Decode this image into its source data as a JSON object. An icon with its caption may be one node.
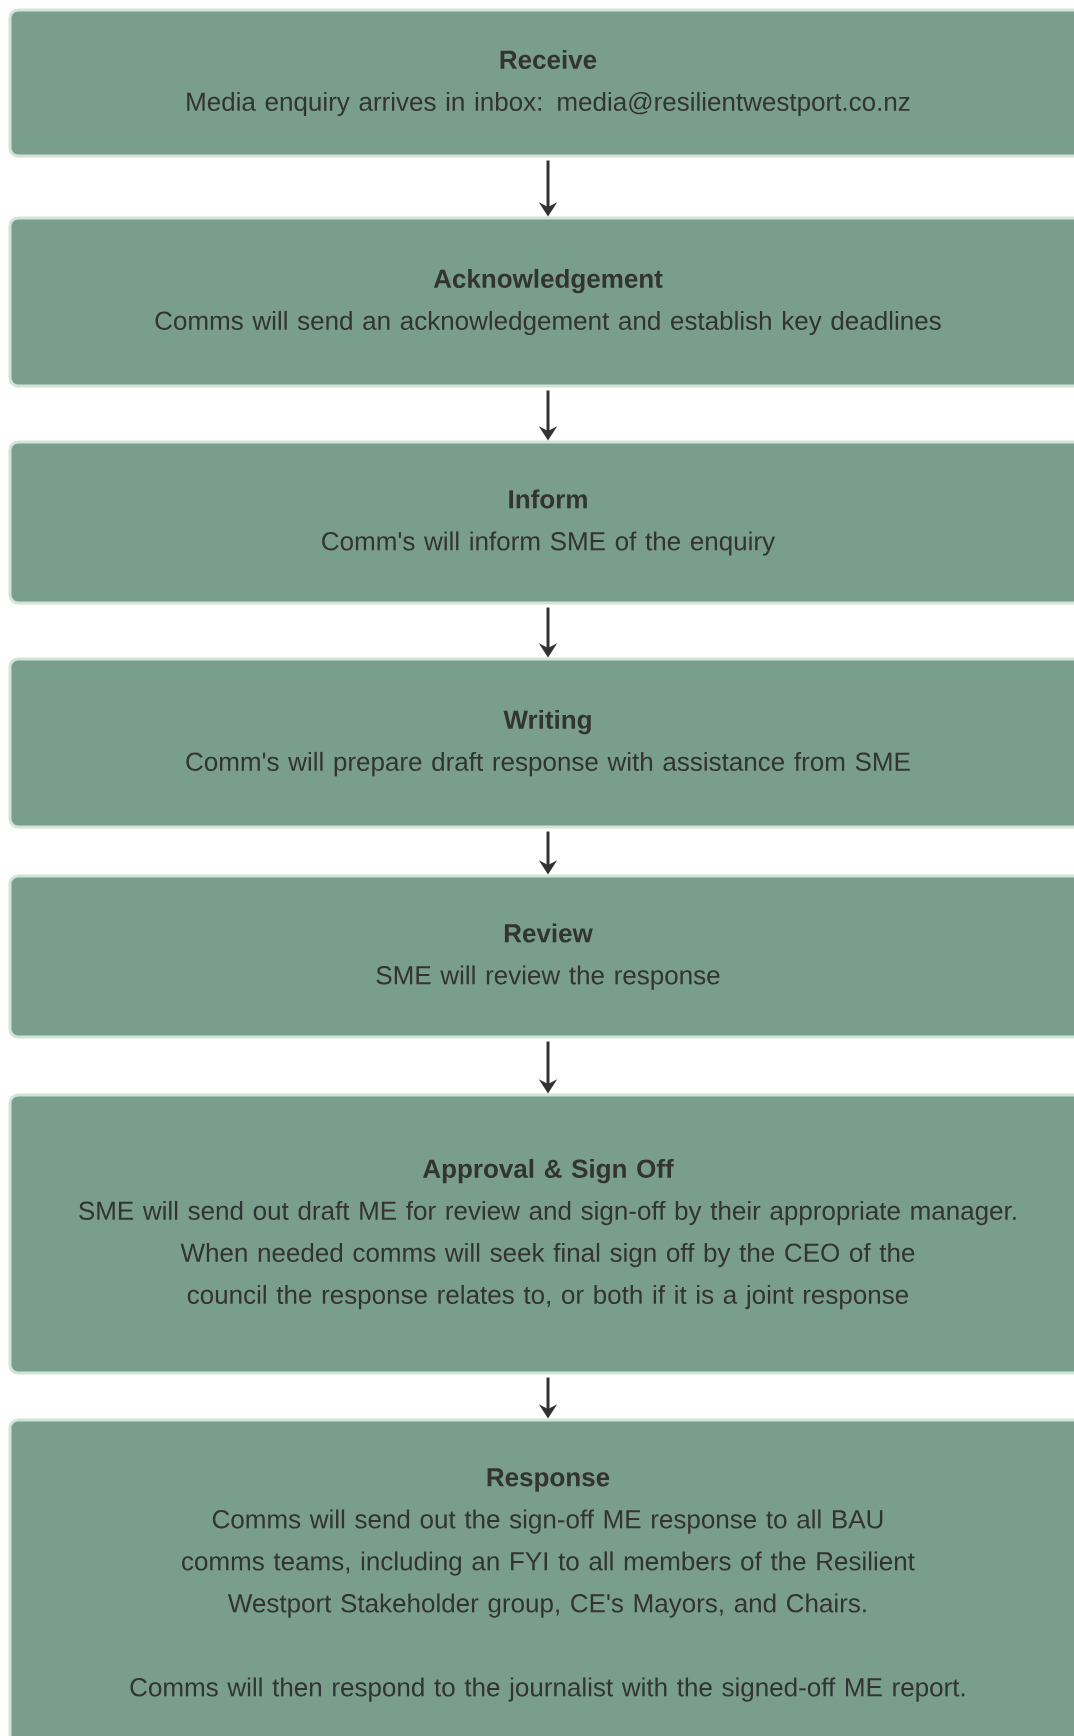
{
  "diagram": {
    "nodes": [
      {
        "text": [
          "Receive",
          "Media enquiry arrives in inbox: media@resilientwestport.co.nz"
        ]
      },
      {
        "text": [
          "Acknowledgement",
          "Comms will send an acknowledgement and establish key deadlines"
        ]
      },
      {
        "text": [
          "Inform",
          "Comm's will inform SME of the enquiry"
        ]
      },
      {
        "text": [
          "Writing",
          "Comm's will prepare draft response with assistance from SME"
        ]
      },
      {
        "text": [
          "Review",
          "SME will review the response"
        ]
      },
      {
        "text": [
          "Approval & Sign Off",
          "SME will send out draft ME for review and sign-off by their appropriate manager.",
          "When needed comms will seek final sign off by the CEO of the council the response relates to, or both if it is a joint response"
        ]
      },
      {
        "text": [
          "Response",
          "Comms will send out the sign-off ME response to all BAU comms teams, including an FYI to all members of the Resilient Westport Stakeholder group, CE's Mayors, and Chairs.",
          "Comms will then respond to the journalist with the signed-off ME report."
        ]
      }
    ],
    "edges": [
      {
        "from": 0,
        "to": 1,
        "arrow": "to"
      },
      {
        "from": 1,
        "to": 2,
        "arrow": "to"
      },
      {
        "from": 2,
        "to": 3,
        "arrow": "to"
      },
      {
        "from": 3,
        "to": 4,
        "arrow": "to"
      },
      {
        "from": 4,
        "to": 5,
        "arrow": "to"
      },
      {
        "from": 5,
        "to": 6,
        "arrow": "to"
      }
    ]
  }
}
